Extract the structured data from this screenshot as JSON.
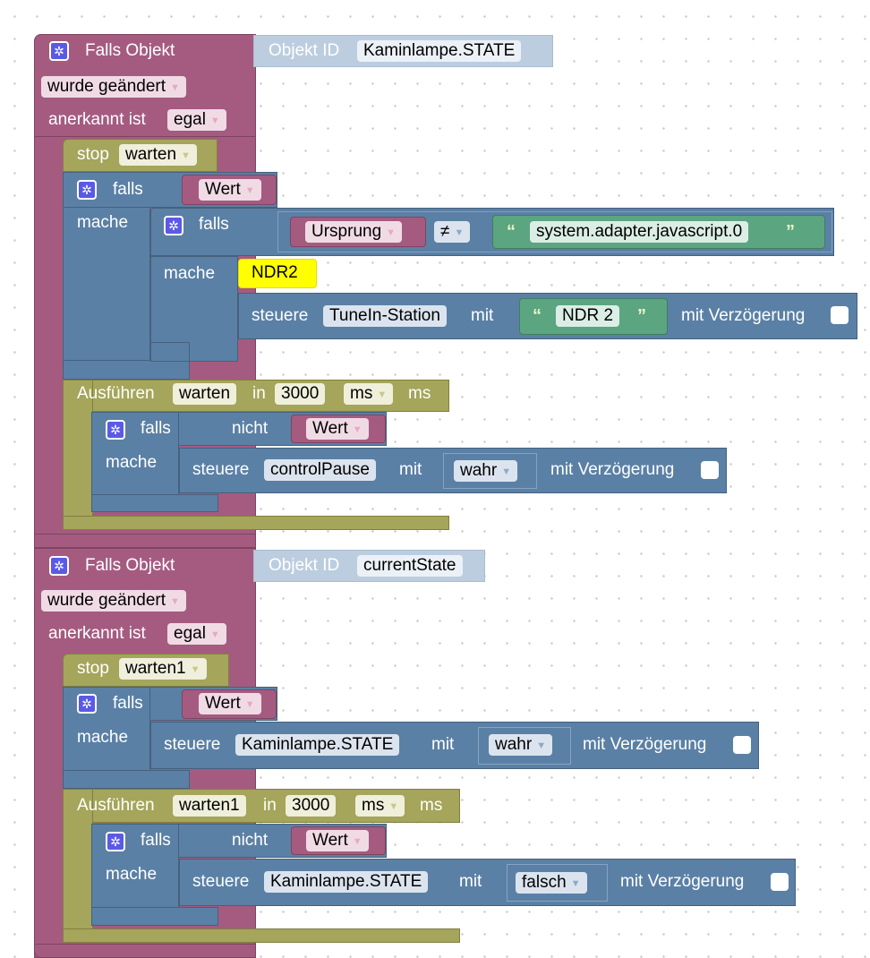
{
  "common": {
    "falls": "falls",
    "mache": "mache",
    "steuere": "steuere",
    "mit": "mit",
    "mit_verzoegerung": "mit Verzögerung",
    "nicht": "nicht",
    "in": "in",
    "ms": "ms",
    "objekt_id": "Objekt ID",
    "falls_objekt": "Falls Objekt",
    "anerkannt_ist": "anerkannt ist",
    "ausfuehren": "Ausführen",
    "stop": "stop",
    "open_quote": "“",
    "close_quote": "”",
    "neq": "≠"
  },
  "event1": {
    "object_id": "Kaminlampe.STATE",
    "trigger": "wurde geändert",
    "ack": "egal",
    "stop_timer": "warten",
    "if_value": "Wert",
    "inner_if_left": "Ursprung",
    "inner_if_string": "system.adapter.javascript.0",
    "comment": "NDR2",
    "control1_target": "TuneIn-Station",
    "control1_value": "NDR 2",
    "timeout_name": "warten",
    "timeout_value": "3000",
    "timeout_unit": "ms",
    "else_value": "Wert",
    "control2_target": "controlPause",
    "control2_value": "wahr"
  },
  "event2": {
    "object_id": "currentState",
    "trigger": "wurde geändert",
    "ack": "egal",
    "stop_timer": "warten1",
    "if_value": "Wert",
    "control1_target": "Kaminlampe.STATE",
    "control1_value": "wahr",
    "timeout_name": "warten1",
    "timeout_value": "3000",
    "timeout_unit": "ms",
    "else_value": "Wert",
    "control2_target": "Kaminlampe.STATE",
    "control2_value": "falsch"
  },
  "colors": {
    "event": "#a55b80",
    "timer": "#a5a55b",
    "logic": "#5b80a5",
    "text": "#5ba580",
    "id_block": "#bccddf",
    "comment": "#ffff00",
    "cog": "#5a5ae6"
  },
  "icons": {
    "gear": "gear-icon"
  }
}
